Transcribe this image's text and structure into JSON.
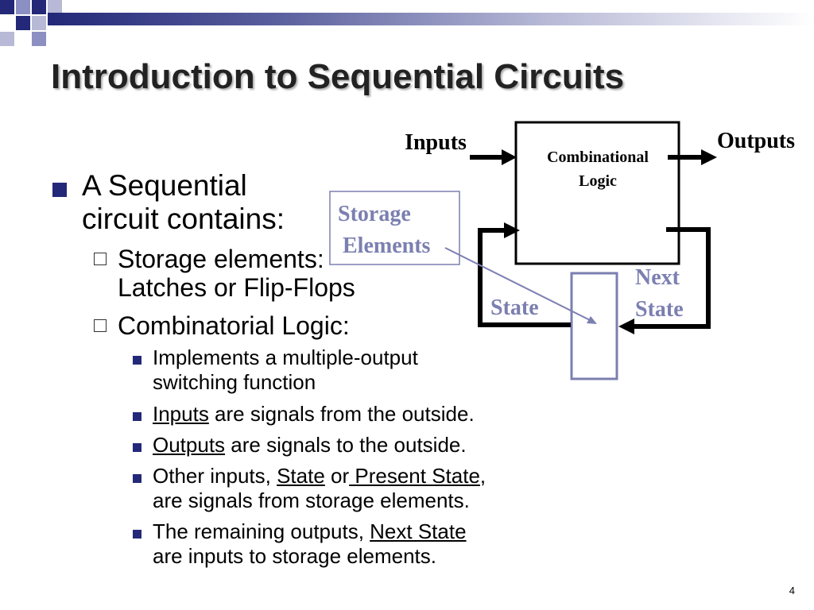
{
  "slide": {
    "title": "Introduction to Sequential Circuits",
    "page_number": "4"
  },
  "bullets": {
    "main_line1": "A Sequential",
    "main_line2": "circuit contains:",
    "storage_line1": "Storage elements:",
    "storage_line2": "Latches or Flip-Flops",
    "comb": "Combinatorial Logic:",
    "implements_line1": "Implements a multiple-output",
    "implements_line2": "switching function",
    "inputs_term": "Inputs",
    "inputs_rest": " are signals from the outside.",
    "outputs_term": "Outputs",
    "outputs_rest": " are signals to the outside.",
    "other_pre": "Other inputs, ",
    "other_state": "State",
    "other_or": " or",
    "other_present": " Present State",
    "other_comma": ",",
    "other_line2": "are signals from storage elements.",
    "remaining_pre": "The remaining outputs, ",
    "remaining_next": "Next State",
    "remaining_line2": "are inputs to storage elements."
  },
  "diagram": {
    "inputs": "Inputs",
    "outputs": "Outputs",
    "comb_line1": "Combinational",
    "comb_line2": "Logic",
    "storage_line1": "Storage",
    "storage_line2": "Elements",
    "state": "State",
    "next_line1": "Next",
    "next_line2": "State"
  },
  "colors": {
    "accent": "#232878",
    "diagram_label": "#7b7fb0"
  }
}
